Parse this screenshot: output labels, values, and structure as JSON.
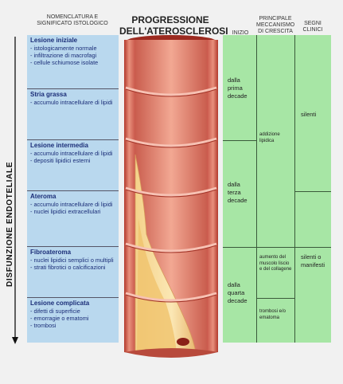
{
  "headers": {
    "nomenclature": "NOMENCLATURA E SIGNIFICATO ISTOLOGICO",
    "title": "PROGRESSIONE DELL'ATEROSCLEROSI",
    "onset": "INIZIO",
    "mechanism": "PRINCIPALE MECCANISMO DI CRESCITA",
    "signs": "SEGNI CLINICI"
  },
  "side_label": "DISFUNZIONE ENDOTELIALE",
  "stages": [
    {
      "title": "Lesione iniziale",
      "lines": [
        "- istologicamente normale",
        "- infiltrazione di macrofagi",
        "- cellule schiumose isolate"
      ]
    },
    {
      "title": "Stria grassa",
      "lines": [
        "- accumulo intracellulare di lipidi"
      ]
    },
    {
      "title": "Lesione intermedia",
      "lines": [
        "- accumulo intracellulare di lipidi",
        "- depositi lipidici esterni"
      ]
    },
    {
      "title": "Ateroma",
      "lines": [
        "- accumulo intracellulare di lipidi",
        "- nuclei lipidici extracellulari"
      ]
    },
    {
      "title": "Fibroateroma",
      "lines": [
        "- nuclei lipidici semplici o multipli",
        "- strati fibrotici o calcificazioni"
      ]
    },
    {
      "title": "Lesione complicata",
      "lines": [
        "- difetti di superficie",
        "- emorragie o ematomi",
        "- trombosi"
      ]
    }
  ],
  "onset": [
    "dalla prima decade",
    "dalla terza decade",
    "dalla quarta decade"
  ],
  "mechanism": [
    "addizione lipidica",
    "aumento del muscolo liscio e del collagene",
    "trombosi e/o ematoma"
  ],
  "signs": [
    "silenti",
    "silenti o manifesti"
  ]
}
